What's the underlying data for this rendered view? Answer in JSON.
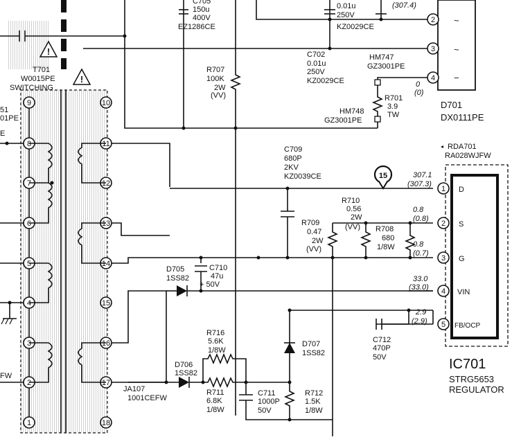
{
  "transformer": {
    "ref": "T701",
    "part": "W0015PE",
    "type": "SWITCHING",
    "left_pins": [
      "9",
      "8",
      "7",
      "6",
      "5",
      "4",
      "3",
      "2",
      "1"
    ],
    "right_pins": [
      "10",
      "11",
      "12",
      "13",
      "14",
      "15",
      "16",
      "17",
      "18"
    ]
  },
  "left_edge": {
    "frag_top": "51",
    "frag_pe": "01PE",
    "frag_e": "E",
    "frag_fw": "FW"
  },
  "c705": {
    "ref": "C705",
    "val1": "150u",
    "val2": "400V",
    "part": "EZ1286CE"
  },
  "c701_frag": {
    "val1": "0.01u",
    "val2": "250V",
    "part": "KZ0029CE",
    "v": "(307.4)"
  },
  "c702": {
    "ref": "C702",
    "val1": "0.01u",
    "val2": "250V",
    "part": "KZ0029CE"
  },
  "r707": {
    "ref": "R707",
    "val1": "100K",
    "val2": "2W",
    "val3": "(VV)"
  },
  "hm747": {
    "ref": "HM747",
    "part": "GZ3001PE"
  },
  "hm748": {
    "ref": "HM748",
    "part": "GZ3001PE"
  },
  "r701": {
    "ref": "R701",
    "val1": "3.9",
    "val2": "TW"
  },
  "bridge_pins": {
    "p2": "2",
    "p3": "3",
    "p4": "4",
    "v4a": "0",
    "v4b": "(0)",
    "minus": "−",
    "tilde": "~"
  },
  "d701": {
    "ref": "D701",
    "part": "DX0111PE"
  },
  "c709": {
    "ref": "C709",
    "val1": "680P",
    "val2": "2KV",
    "part": "KZ0039CE"
  },
  "testpoint": "15",
  "rda701": {
    "ref": "RDA701",
    "part": "RA028WJFW"
  },
  "r710": {
    "ref": "R710",
    "val1": "0.56",
    "val2": "2W",
    "val3": "(VV)"
  },
  "r709": {
    "ref": "R709",
    "val1": "0.47",
    "val2": "2W",
    "val3": "(VV)"
  },
  "r708": {
    "ref": "R708",
    "val1": "680",
    "val2": "1/8W"
  },
  "ic_pins": [
    {
      "num": "1",
      "name": "D",
      "v": "307.1",
      "vp": "(307.3)"
    },
    {
      "num": "2",
      "name": "S",
      "v": "0.8",
      "vp": "(0.8)"
    },
    {
      "num": "3",
      "name": "G",
      "v": "0.8",
      "vp": "(0.7)"
    },
    {
      "num": "4",
      "name": "VIN",
      "v": "33.0",
      "vp": "(33.0)"
    },
    {
      "num": "5",
      "name": "FB/OCP",
      "v": "2.9",
      "vp": "(2.9)"
    }
  ],
  "d705": {
    "ref": "D705",
    "part": "1SS82"
  },
  "c710": {
    "ref": "C710",
    "val1": "47u",
    "val2": "+ 50V"
  },
  "r716": {
    "ref": "R716",
    "val1": "5.6K",
    "val2": "1/8W"
  },
  "d706": {
    "ref": "D706",
    "part": "1SS82"
  },
  "r711": {
    "ref": "R711",
    "val1": "6.8K",
    "val2": "1/8W"
  },
  "c711": {
    "ref": "C711",
    "val1": "1000P",
    "val2": "50V"
  },
  "r712": {
    "ref": "R712",
    "val1": "1.5K",
    "val2": "1/8W"
  },
  "d707": {
    "ref": "D707",
    "part": "1SS82"
  },
  "c712": {
    "ref": "C712",
    "val1": "470P",
    "val2": "50V"
  },
  "ja107": {
    "ref": "JA107",
    "part": "1001CEFW"
  },
  "ic701": {
    "ref": "IC701",
    "part": "STRG5653",
    "desc": "REGULATOR"
  },
  "warning": "!"
}
